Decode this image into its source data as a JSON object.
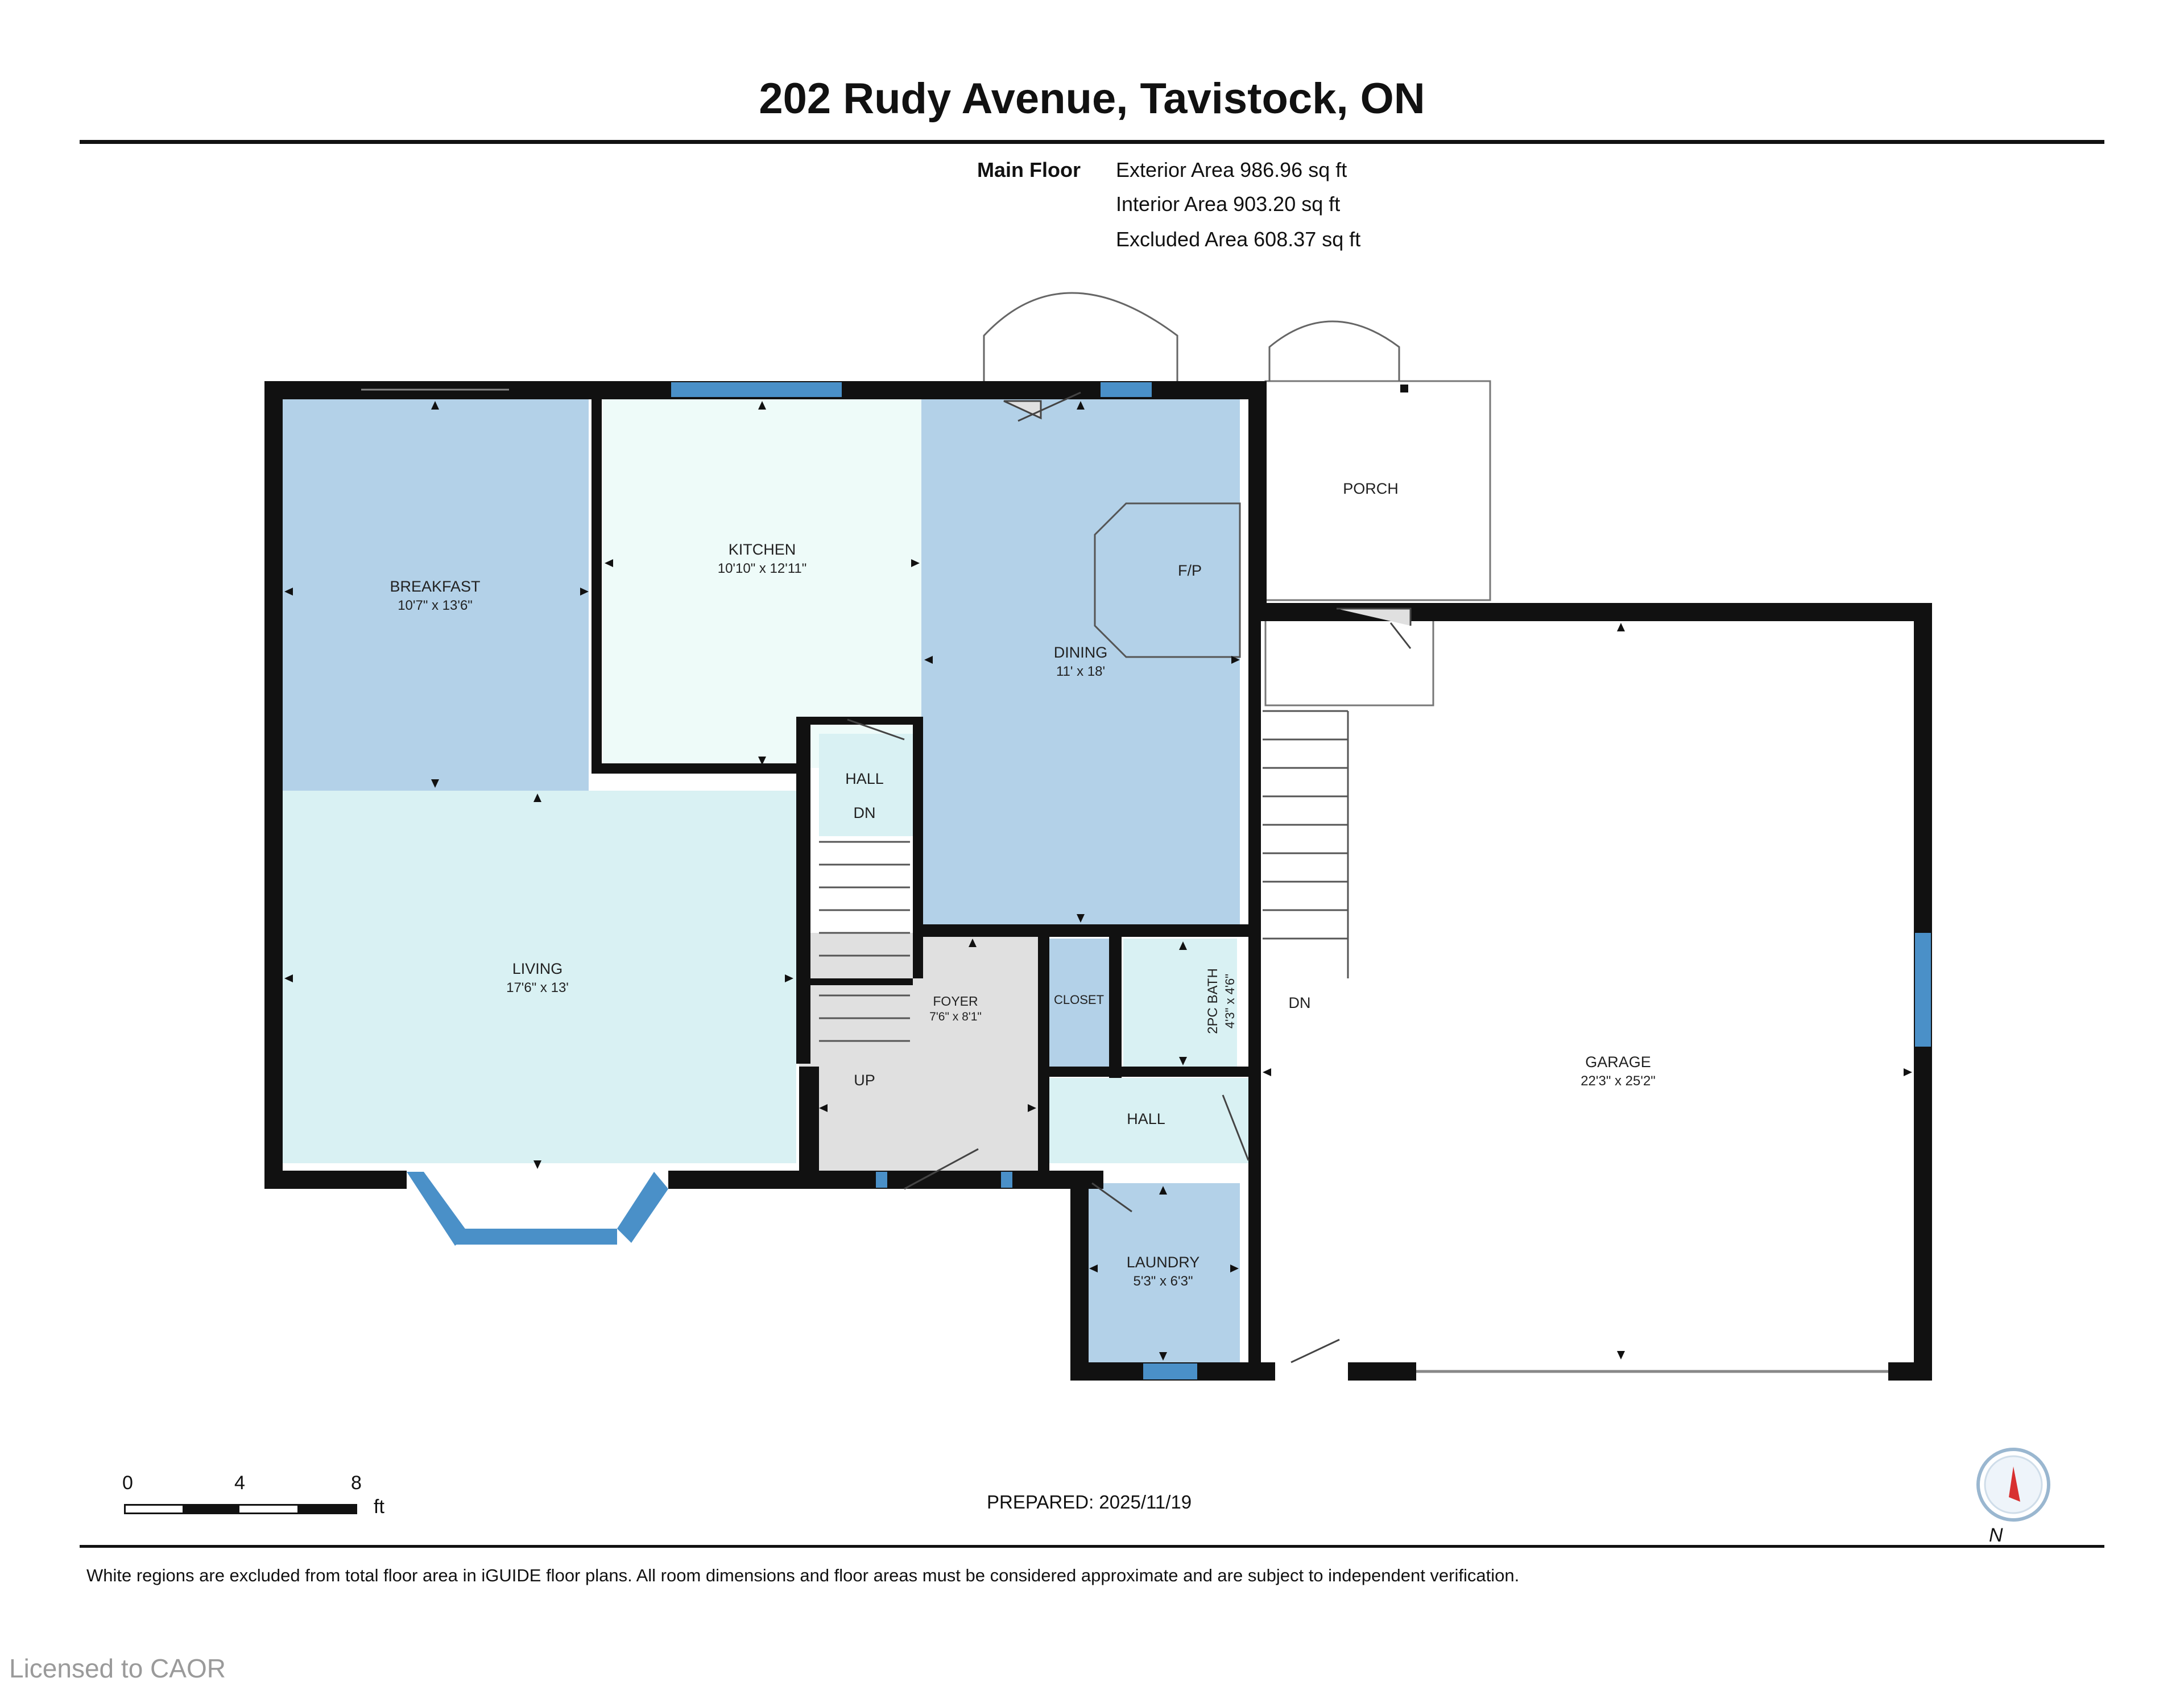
{
  "header": {
    "title": "202 Rudy Avenue, Tavistock, ON"
  },
  "areas": {
    "floor_label": "Main Floor",
    "exterior": "Exterior Area 986.96 sq ft",
    "interior": "Interior Area 903.20 sq ft",
    "excluded": "Excluded Area 608.37 sq ft"
  },
  "rooms": {
    "breakfast": {
      "name": "BREAKFAST",
      "dims": "10'7\" x 13'6\""
    },
    "kitchen": {
      "name": "KITCHEN",
      "dims": "10'10\" x 12'11\""
    },
    "dining": {
      "name": "DINING",
      "dims": "11' x 18'"
    },
    "fireplace": {
      "name": "F/P"
    },
    "porch": {
      "name": "PORCH"
    },
    "hall_upper": {
      "name": "HALL"
    },
    "stair_dn_upper": {
      "name": "DN"
    },
    "living": {
      "name": "LIVING",
      "dims": "17'6\" x 13'"
    },
    "foyer": {
      "name": "FOYER",
      "dims": "7'6\" x 8'1\""
    },
    "closet": {
      "name": "CLOSET"
    },
    "bath": {
      "name": "2PC BATH",
      "dims": "4'3\" x 4'6\""
    },
    "stair_up": {
      "name": "UP"
    },
    "stair_dn_garage": {
      "name": "DN"
    },
    "hall_lower": {
      "name": "HALL"
    },
    "garage": {
      "name": "GARAGE",
      "dims": "22'3\" x 25'2\""
    },
    "laundry": {
      "name": "LAUNDRY",
      "dims": "5'3\" x 6'3\""
    }
  },
  "scale_bar": {
    "ticks": [
      "0",
      "4",
      "8"
    ],
    "unit": "ft"
  },
  "compass": {
    "label": "N"
  },
  "prepared": "PREPARED: 2025/11/19",
  "disclaimer": "White regions are excluded from total floor area in iGUIDE floor plans. All room dimensions and floor areas must be considered approximate and are subject to independent verification.",
  "watermark": "Licensed to CAOR",
  "colors": {
    "wall": "#111111",
    "window": "#4a90c8",
    "room_blue": "#b3d1e8",
    "room_light": "#d9f1f3",
    "room_mint": "#eefbf9",
    "room_gray": "#e0e0e0"
  }
}
